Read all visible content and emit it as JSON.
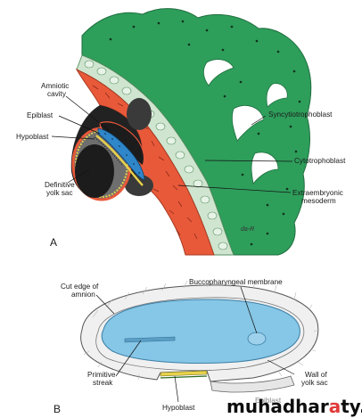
{
  "labels": {
    "amniotic_cavity": [
      "Amniotic",
      "cavity"
    ],
    "epiblast": "Epiblast",
    "hypoblast_top": "Hypoblast",
    "definitive_yolk_sac": [
      "Definitive",
      "yolk sac"
    ],
    "syncytiotrophoblast": "Syncytiotrophoblast",
    "cytotrophoblast": "Cytotrophoblast",
    "extraembryonic_mesoderm": [
      "Extraembryonic",
      "mesoderm"
    ],
    "cut_edge_of_amnion": [
      "Cut edge of",
      "amnion"
    ],
    "buccopharyngeal_membrane": "Buccopharyngeal membrane",
    "primitive_streak": [
      "Primitive",
      "streak"
    ],
    "wall_of_yolk_sac": [
      "Wall of",
      "yolk sac"
    ],
    "hypoblast_bottom": "Hypoblast",
    "epiblast_bottom": "Epiblast"
  },
  "panels": {
    "a": "A",
    "b": "B"
  },
  "artist_signature": "da-R",
  "watermark": {
    "prefix": "muhadhar",
    "accent": "a",
    "suffix": "ty.com"
  },
  "colors": {
    "syncytiotrophoblast": "#2e9e5b",
    "cytotrophoblast": "#cfe5cf",
    "mesoderm": "#e8593a",
    "epiblast": "#2f86c9",
    "yolk_sac": "#e8d24a",
    "cavity": "#222222",
    "embryonic_disc": "#86c6e6"
  }
}
